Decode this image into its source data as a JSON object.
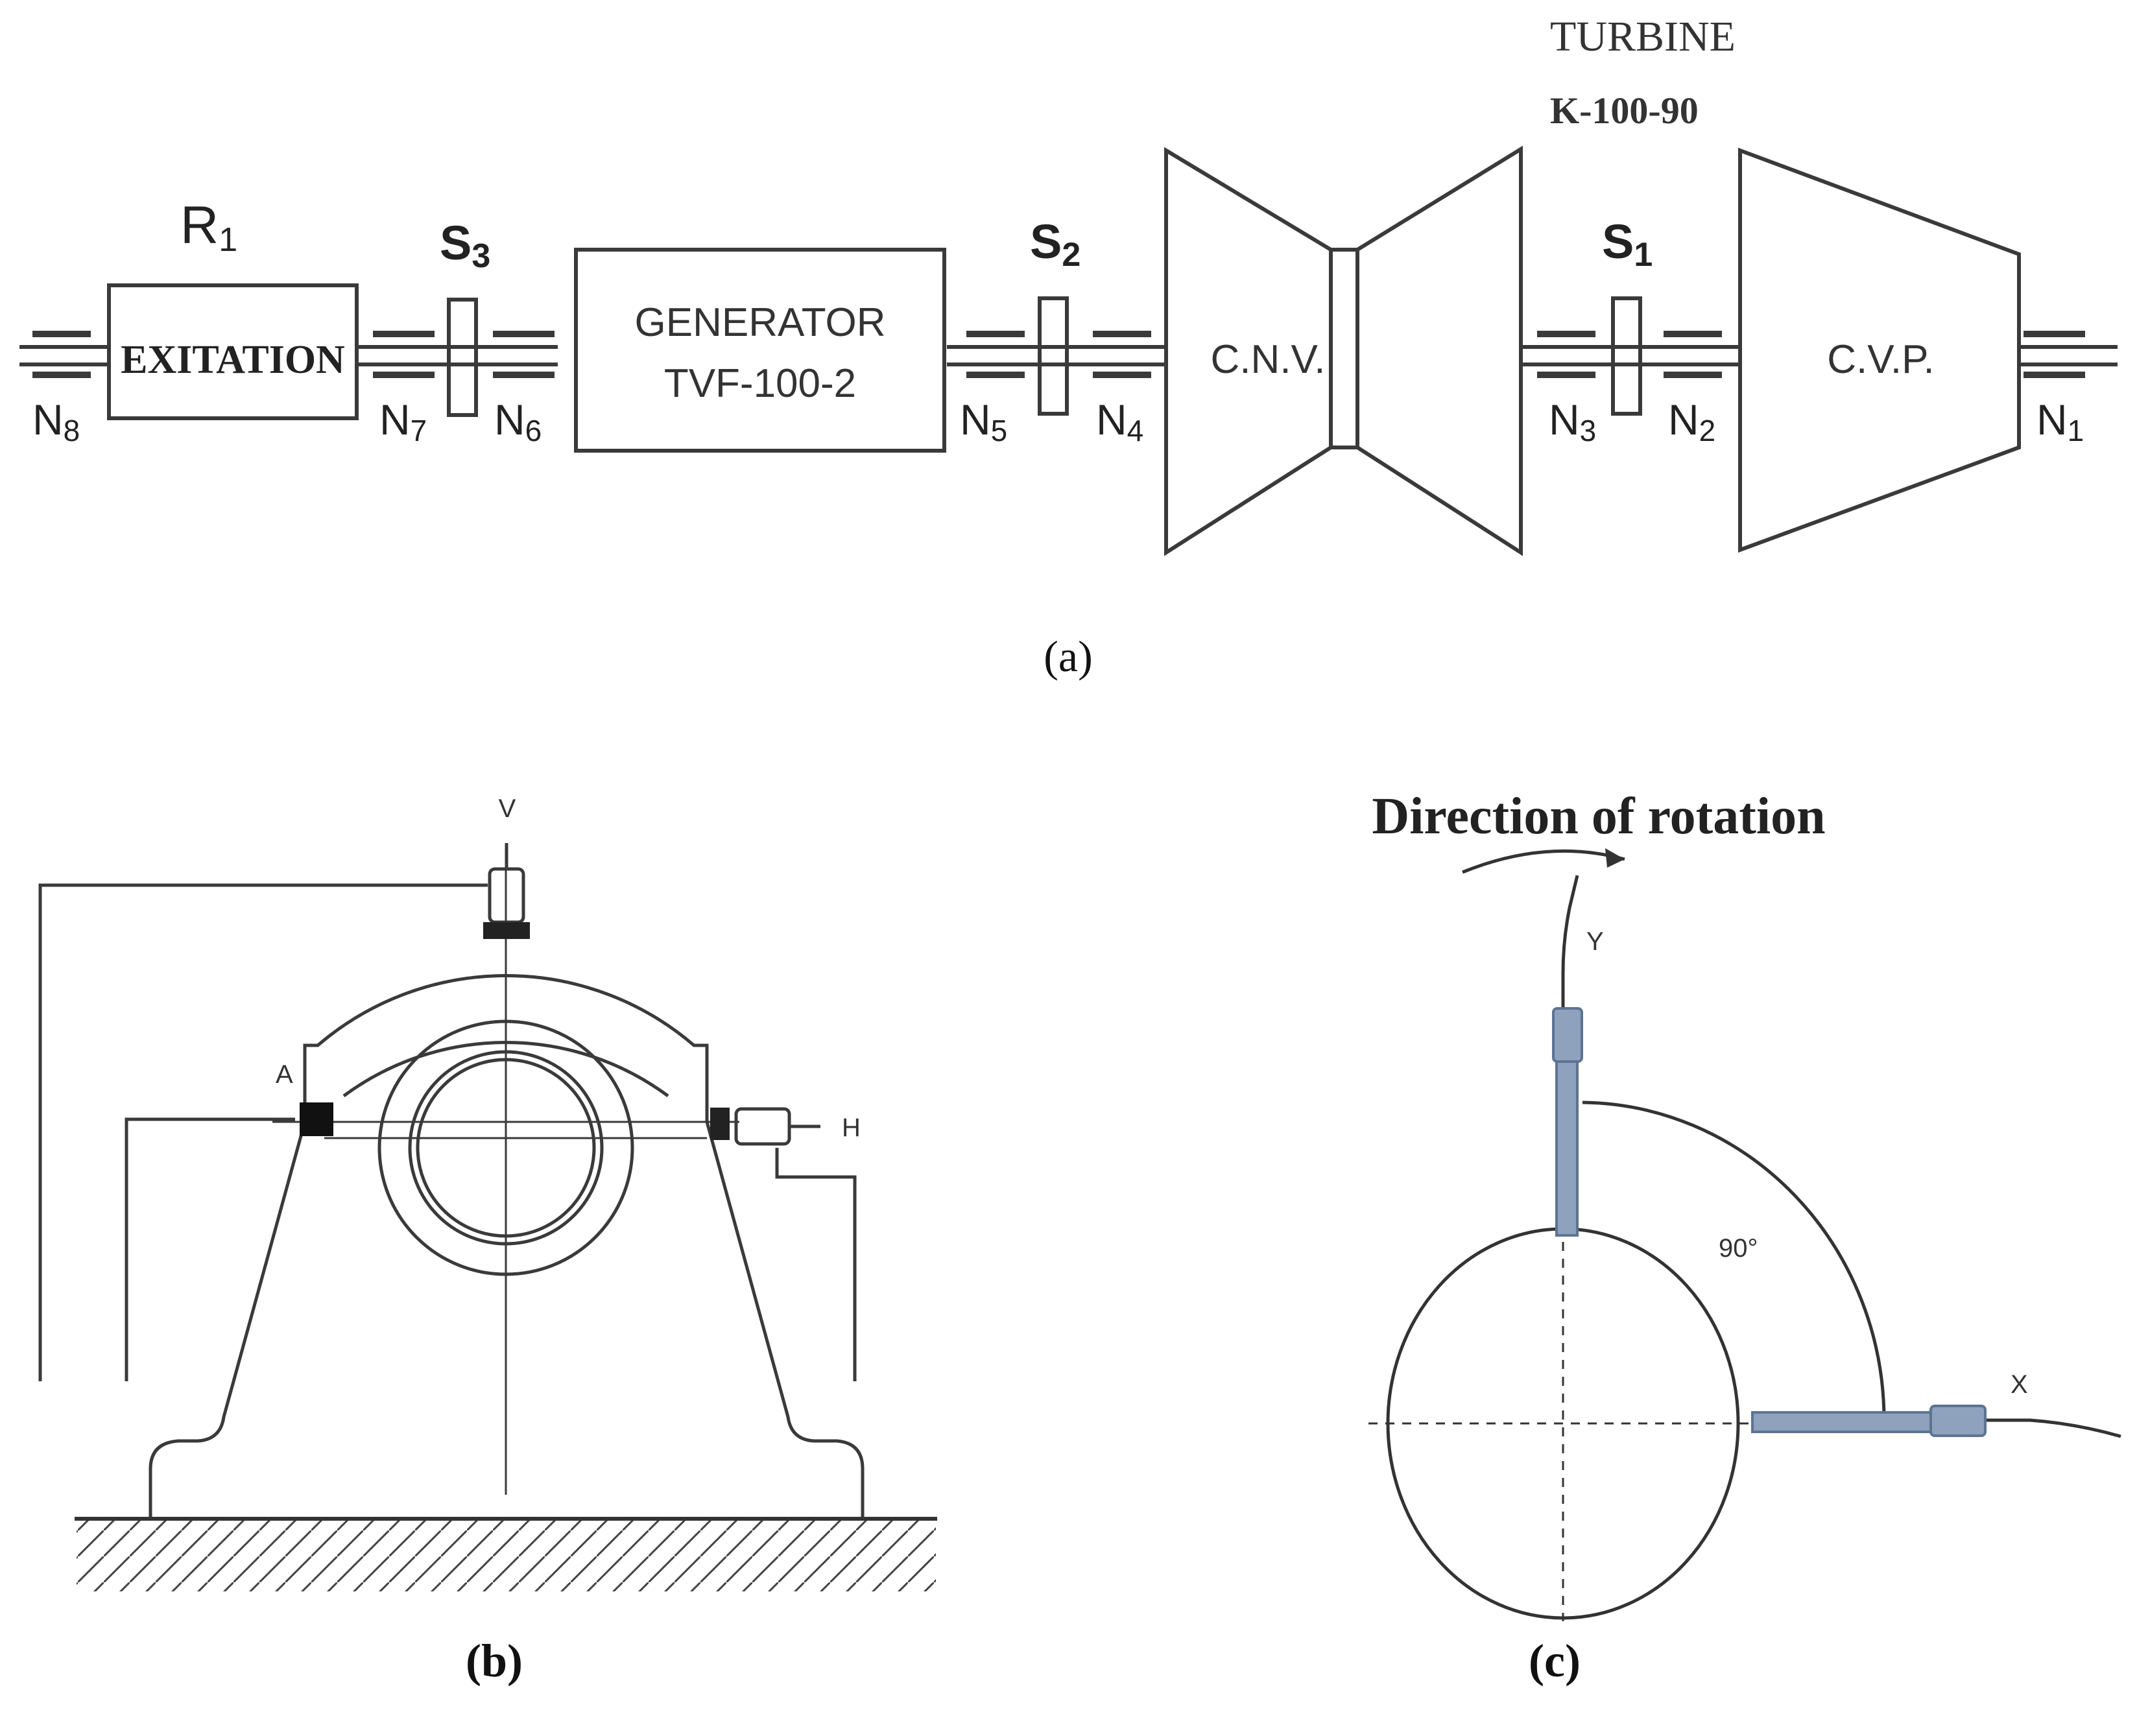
{
  "panel_a": {
    "caption": "(a)",
    "turbine_title": "TURBINE",
    "turbine_model": "K-100-90",
    "exitation_label": "EXITATION",
    "r_label": {
      "base": "R",
      "sub": "1"
    },
    "generator_line1": "GENERATOR",
    "generator_line2": "TVF-100-2",
    "cnv_label": "C.N.V.",
    "cvp_label": "C.V.P.",
    "couplings": [
      {
        "base": "S",
        "sub": "3"
      },
      {
        "base": "S",
        "sub": "2"
      },
      {
        "base": "S",
        "sub": "1"
      }
    ],
    "bearings": [
      {
        "base": "N",
        "sub": "8"
      },
      {
        "base": "N",
        "sub": "7"
      },
      {
        "base": "N",
        "sub": "6"
      },
      {
        "base": "N",
        "sub": "5"
      },
      {
        "base": "N",
        "sub": "4"
      },
      {
        "base": "N",
        "sub": "3"
      },
      {
        "base": "N",
        "sub": "2"
      },
      {
        "base": "N",
        "sub": "1"
      }
    ]
  },
  "panel_b": {
    "caption": "(b)",
    "label_v": "V",
    "label_a": "A",
    "label_h": "H"
  },
  "panel_c": {
    "caption": "(c)",
    "direction_label": "Direction of rotation",
    "label_y": "Y",
    "label_x": "X",
    "angle_label": "90°"
  },
  "colors": {
    "line": "#3a3a3a",
    "probe_fill": "#8ea2bd",
    "probe_dark": "#5d7392"
  }
}
